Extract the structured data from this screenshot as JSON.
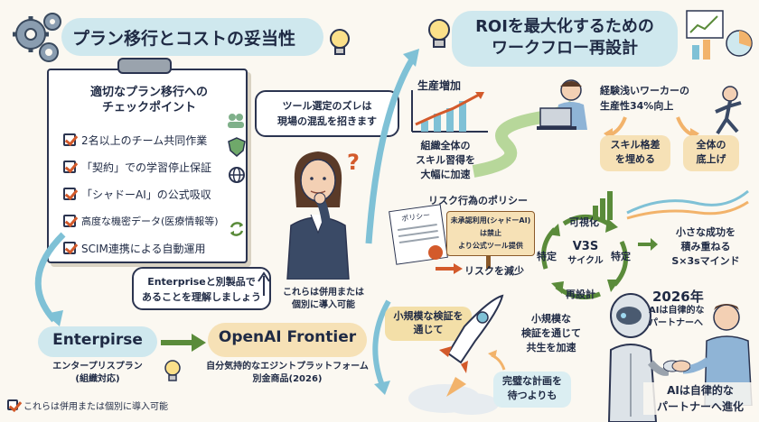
{
  "left_title": "プラン移行とコストの妥当性",
  "checklist": {
    "heading_line1": "適切なプラン移行への",
    "heading_line2": "チェックポイント",
    "items": [
      "2名以上のチーム共同作業",
      "「契約」での学習停止保証",
      "「シャドーAI」の公式吸収",
      "高度な機密データ(医療情報等)",
      "SCIM連携による自動運用"
    ]
  },
  "bubble_tool": {
    "line1": "ツール選定のズレは",
    "line2": "現場の混乱を招きます"
  },
  "bubble_enterprise": {
    "line1": "Enterpriseと別製品で",
    "line2": "あることを理解しましょう"
  },
  "note_combo": {
    "line1": "これらは併用または",
    "line2": "個別に導入可能"
  },
  "enterprise": {
    "name": "Enterpirse",
    "desc1": "エンタープリスプラン",
    "desc2": "(組織対応)"
  },
  "frontier": {
    "name": "OpenAI Frontier",
    "desc1": "自分気持的なエジントプラットフォーム",
    "desc2": "別金商品(2026)"
  },
  "footer_note": "これらは併用または個別に導入可能",
  "right_title": {
    "line1": "ROIを最大化するための",
    "line2": "ワークフロー再設計"
  },
  "chart_label": "生産増加",
  "org_skill": {
    "line1": "組織全体の",
    "line2": "スキル習得を",
    "line3": "大幅に加速"
  },
  "worker_text": {
    "line1": "経験浅いワーカーの",
    "line2": "生産性34%向上"
  },
  "skill_gap": {
    "line1": "スキル格差",
    "line2": "を埋める"
  },
  "uplift": {
    "line1": "全体の",
    "line2": "底上げ"
  },
  "risk_policy": "リスク行為のポリシー",
  "policy_doc": "ポリシー",
  "unapproved": {
    "line1": "未承認利用(シャドーAI)",
    "line2": "は禁止",
    "line3": "より公式ツール提供"
  },
  "risk_reduce": "リスクを減少",
  "cycle": {
    "center1": "V3S",
    "center2": "サイクル",
    "top": "可視化",
    "left": "特定",
    "right": "特定",
    "bottom": "再設計"
  },
  "small_success": {
    "line1": "小さな成功を",
    "line2": "積み重ねる",
    "line3": "S×3sマインド"
  },
  "small_verify_pill": {
    "line1": "小規模な検証を",
    "line2": "通じて"
  },
  "small_verify_text": {
    "line1": "小規模な",
    "line2": "検証を通じて",
    "line3": "共生を加速"
  },
  "perfect_plan": {
    "line1": "完璧な計画を",
    "line2": "待つよりも"
  },
  "y2026": {
    "year": "2026年",
    "line1": "AIは自律的な",
    "line2": "パートナーへ"
  },
  "ai_partner": {
    "line1": "AIは自律的な",
    "line2": "パートナーへ進化"
  },
  "colors": {
    "teal": "#cfe8ee",
    "orange": "#f6e1b6",
    "navy": "#1f2a44",
    "accent": "#d35a2b",
    "green": "#5a8b3a"
  }
}
